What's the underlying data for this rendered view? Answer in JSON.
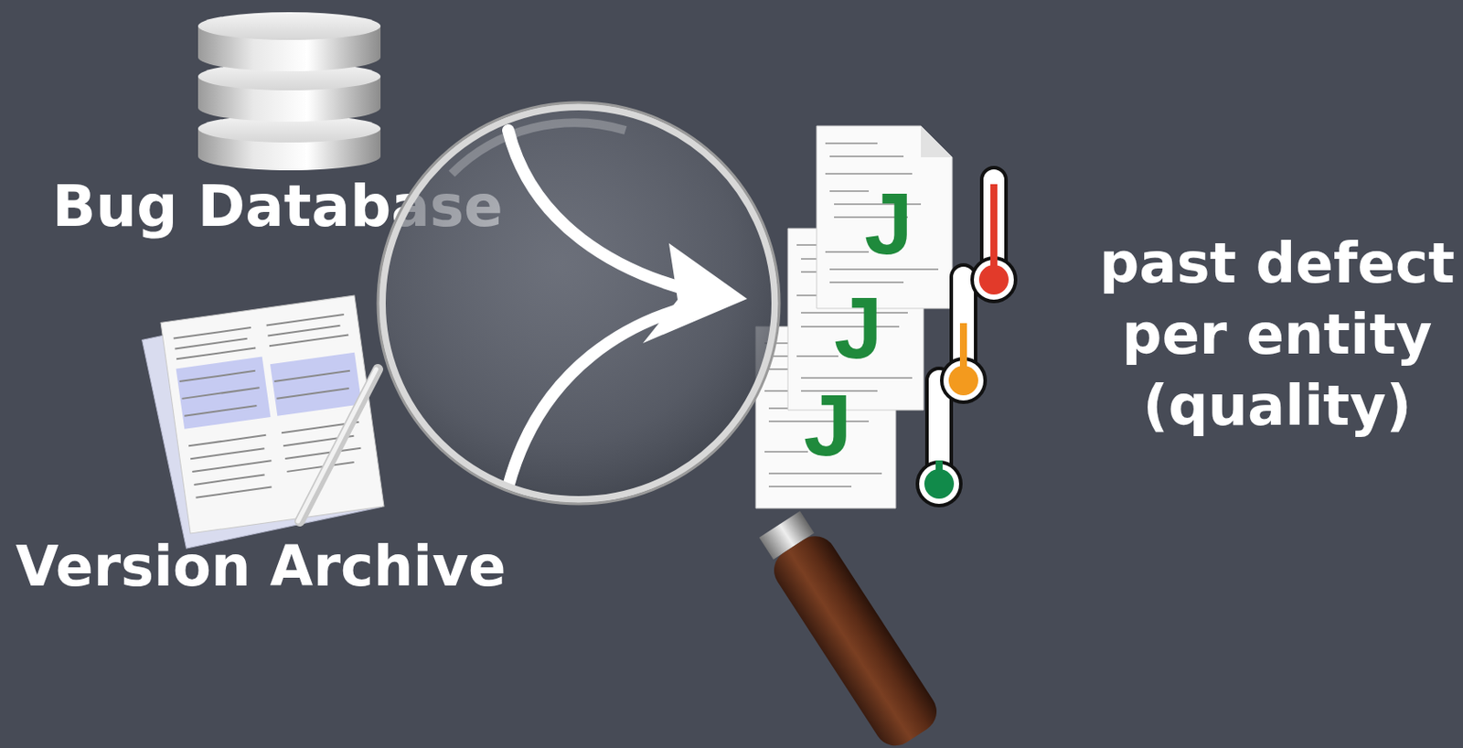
{
  "diagram": {
    "labels": [
      "Bug Database",
      "Version Archive",
      "J",
      "J",
      "J",
      "past defect per entity (quality)"
    ]
  }
}
